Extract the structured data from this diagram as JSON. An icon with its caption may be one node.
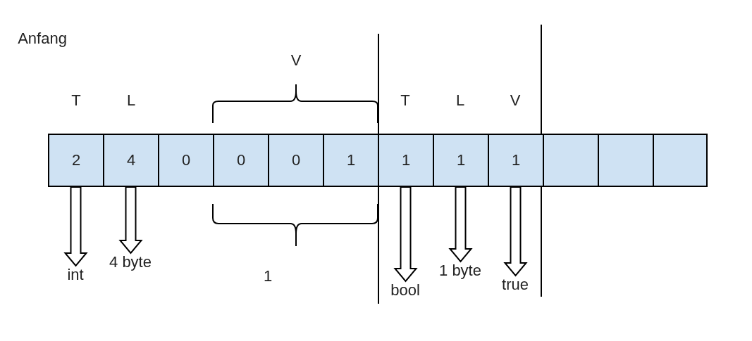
{
  "diagram": {
    "nodes": [
      {
        "text": [
          "2"
        ]
      },
      {
        "text": [
          "4"
        ]
      },
      {
        "text": [
          "0"
        ]
      },
      {
        "text": [
          "0"
        ]
      },
      {
        "text": [
          "0"
        ]
      },
      {
        "text": [
          "1"
        ]
      },
      {
        "text": [
          "1"
        ]
      },
      {
        "text": [
          "1"
        ]
      },
      {
        "text": [
          "1"
        ]
      },
      {
        "text": [],
        "shape": "box"
      },
      {
        "text": [],
        "shape": "box"
      },
      {
        "text": [],
        "shape": "box"
      },
      {
        "text": [
          "int"
        ]
      },
      {
        "text": [
          "4 byte"
        ]
      },
      {
        "text": [
          "bool"
        ]
      },
      {
        "text": [
          "1 byte"
        ]
      },
      {
        "text": [
          "true"
        ]
      }
    ],
    "edges": [
      {
        "from": 0,
        "to": 12,
        "arrow": "to"
      },
      {
        "from": 1,
        "to": 13,
        "arrow": "to"
      },
      {
        "from": 6,
        "to": 14,
        "arrow": "to"
      },
      {
        "from": 7,
        "to": 15,
        "arrow": "to"
      },
      {
        "from": 8,
        "to": 16,
        "arrow": "to"
      }
    ],
    "labels": [
      "Anfang",
      "V",
      "T",
      "L",
      "T",
      "L",
      "V",
      "1"
    ]
  }
}
